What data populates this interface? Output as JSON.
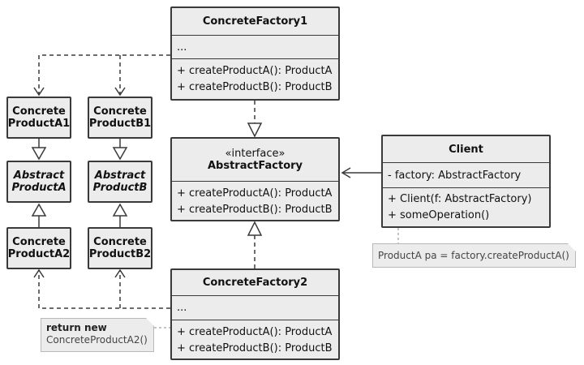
{
  "concrete_factory1": {
    "name": "ConcreteFactory1",
    "fields": "...",
    "methods": [
      "+ createProductA(): ProductA",
      "+ createProductB(): ProductB"
    ]
  },
  "abstract_factory": {
    "stereotype": "«interface»",
    "name": "AbstractFactory",
    "methods": [
      "+ createProductA(): ProductA",
      "+ createProductB(): ProductB"
    ]
  },
  "concrete_factory2": {
    "name": "ConcreteFactory2",
    "fields": "...",
    "methods": [
      "+ createProductA(): ProductA",
      "+ createProductB(): ProductB"
    ]
  },
  "client": {
    "name": "Client",
    "fields": "- factory: AbstractFactory",
    "methods": [
      "+ Client(f: AbstractFactory)",
      "+ someOperation()"
    ]
  },
  "products": {
    "a1": [
      "Concrete",
      "ProductA1"
    ],
    "b1": [
      "Concrete",
      "ProductB1"
    ],
    "abstract_a": [
      "Abstract",
      "ProductA"
    ],
    "abstract_b": [
      "Abstract",
      "ProductB"
    ],
    "a2": [
      "Concrete",
      "ProductA2"
    ],
    "b2": [
      "Concrete",
      "ProductB2"
    ]
  },
  "notes": {
    "client_note": "ProductA pa = factory.createProductA()",
    "factory2_note_bold": "return new",
    "factory2_note_text": "ConcreteProductA2()"
  }
}
